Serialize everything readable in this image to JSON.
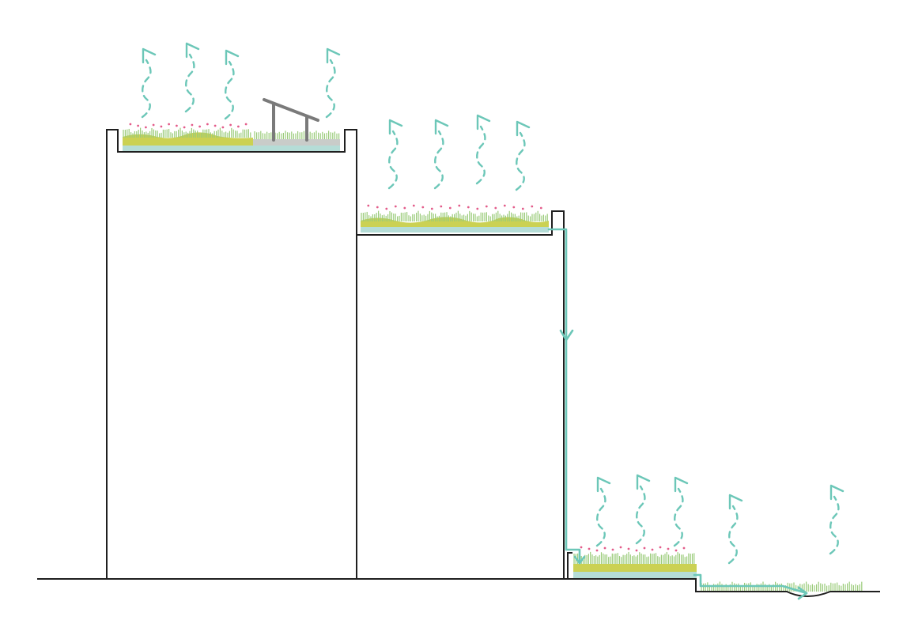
{
  "colors": {
    "outline": "#1f1f1f",
    "water": "#6cc7b8",
    "drainage_layer": "#b5ddd7",
    "soil": "#cbd153",
    "grass": "#9acb79",
    "flowers": "#e35c8a",
    "solar_panel": "#7a7a7a",
    "background": "#ffffff"
  },
  "icons": {
    "evaporation": "evapotranspiration-arrow-icon",
    "runoff": "water-flow-arrow-icon",
    "solar": "solar-panel-icon"
  },
  "diagram": {
    "elements": [
      "high-roof-green-roof",
      "middle-roof-green-roof",
      "ground-bioretention-planter",
      "bioswale"
    ]
  }
}
